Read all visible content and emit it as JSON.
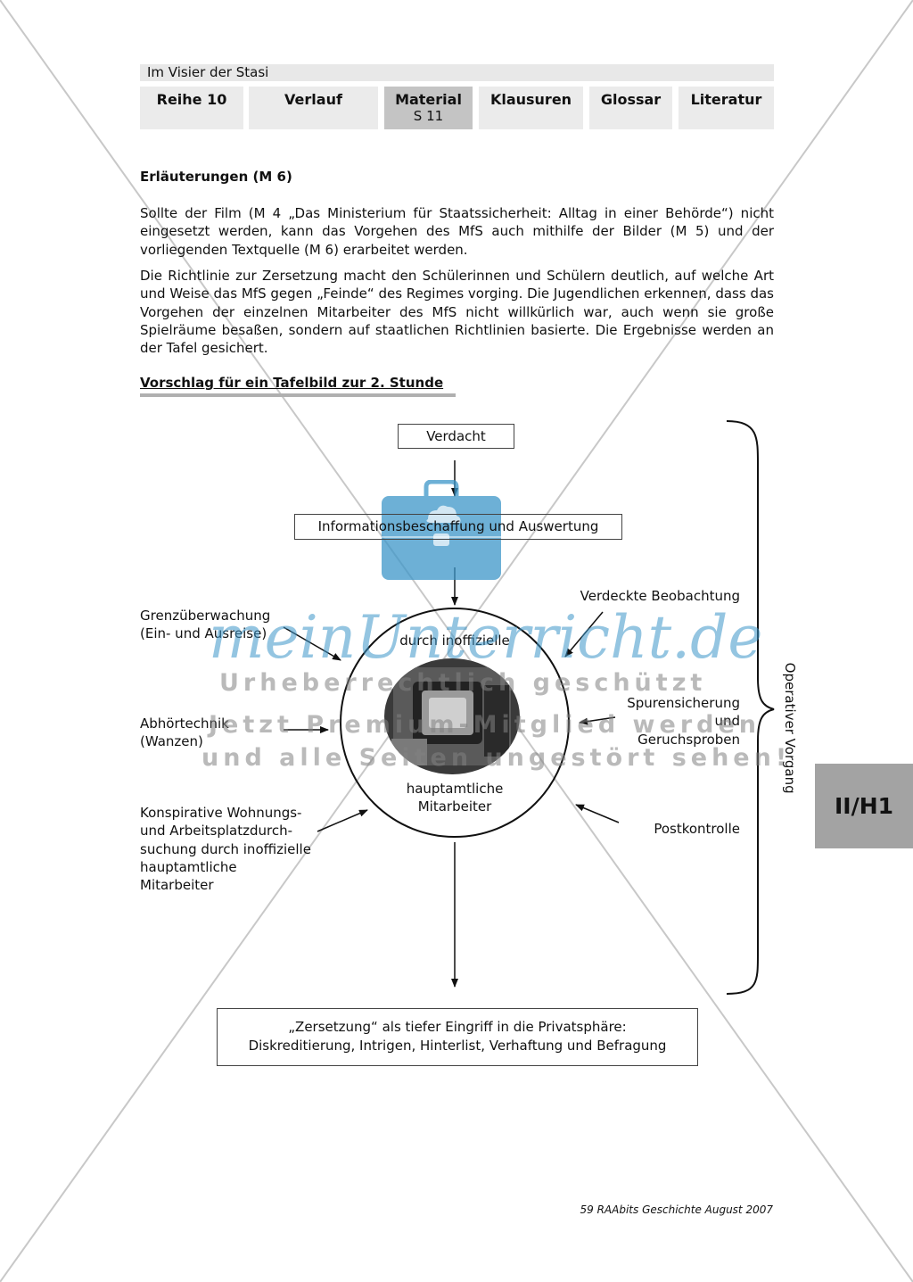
{
  "header": {
    "title": "Im Visier der Stasi",
    "tabs": [
      {
        "label": "Reihe 10",
        "sub": ""
      },
      {
        "label": "Verlauf",
        "sub": ""
      },
      {
        "label": "Material",
        "sub": "S 11"
      },
      {
        "label": "Klausuren",
        "sub": ""
      },
      {
        "label": "Glossar",
        "sub": ""
      },
      {
        "label": "Literatur",
        "sub": ""
      }
    ]
  },
  "section_heading": "Erläuterungen (M 6)",
  "paragraphs": [
    "Sollte der Film (M 4 „Das Ministerium für Staatssicherheit: Alltag in einer Behörde“) nicht eingesetzt werden, kann das Vorgehen des MfS auch mithilfe der Bilder (M 5) und der vorliegenden Textquelle (M 6) erarbeitet werden.",
    "Die Richtlinie zur Zersetzung macht den Schülerinnen und Schülern deutlich, auf welche Art und Weise das MfS gegen „Feinde“ des Regimes vorging. Die Jugendlichen erkennen, dass das Vorgehen der einzelnen Mitarbeiter des MfS nicht willkürlich war, auch wenn sie große Spielräume besaßen, sondern auf staatlichen Richtlinien basierte. Die Ergebnisse werden an der Tafel gesichert."
  ],
  "diagram_heading": "Vorschlag für ein Tafelbild zur 2. Stunde",
  "diagram": {
    "box_top": "Verdacht",
    "box_info": "Informationsbeschaffung und Auswertung",
    "circle_top": "durch inoffizielle",
    "circle_bottom": "hauptamtliche\nMitarbeiter",
    "left_labels": [
      "Grenzüberwachung\n(Ein- und Ausreise)",
      "Abhörtechnik\n(Wanzen)",
      "Konspirative Wohnungs-\nund Arbeitsplatzdurch-\nsuchung durch inoffizielle\nhauptamtliche\nMitarbeiter"
    ],
    "right_labels": [
      "Verdeckte Beobachtung",
      "Spurensicherung\nund\nGeruchsproben",
      "Postkontrolle"
    ],
    "bracket_label": "Operativer Vorgang",
    "box_bottom": "„Zersetzung“ als tiefer Eingriff in die Privatsphäre:\nDiskreditierung, Intrigen, Hinterlist, Verhaftung und Befragung"
  },
  "side_tab": "II/H1",
  "footer": "59 RAAbits Geschichte August 2007",
  "watermark": {
    "logo": "meinUnterricht.de",
    "line1": "Urheberrechtlich geschützt",
    "line2": "Jetzt Premium-Mitglied werden",
    "line3": "und alle Seiten ungestört sehen!"
  }
}
